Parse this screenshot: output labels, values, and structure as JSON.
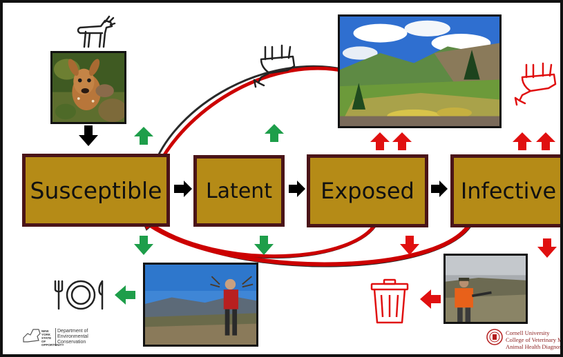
{
  "stages": {
    "susceptible": "Susceptible",
    "latent": "Latent",
    "exposed": "Exposed",
    "infective": "Infective"
  },
  "logos": {
    "nys_small": "NEW YORK STATE OF OPPORTUNITY",
    "nys_dept_line1": "Department of",
    "nys_dept_line2": "Environmental",
    "nys_dept_line3": "Conservation",
    "cornell_line1": "Cornell University",
    "cornell_line2": "College of Veterinary Medicine",
    "cornell_line3": "Animal Health Diagnostic Center"
  },
  "colors": {
    "stage_fill": "#b58b17",
    "stage_border": "#4a1418",
    "flow_arrow": "#000000",
    "entry_exit_arrow": "#1e9e4a",
    "disease_arrow": "#e01010",
    "curve_dark": "#2a2a2a",
    "curve_red": "#cc0000"
  },
  "icons": [
    "deer-standing-icon",
    "deer-dead-icon",
    "deer-dead-red-icon",
    "plate-cutlery-icon",
    "trash-can-icon"
  ]
}
